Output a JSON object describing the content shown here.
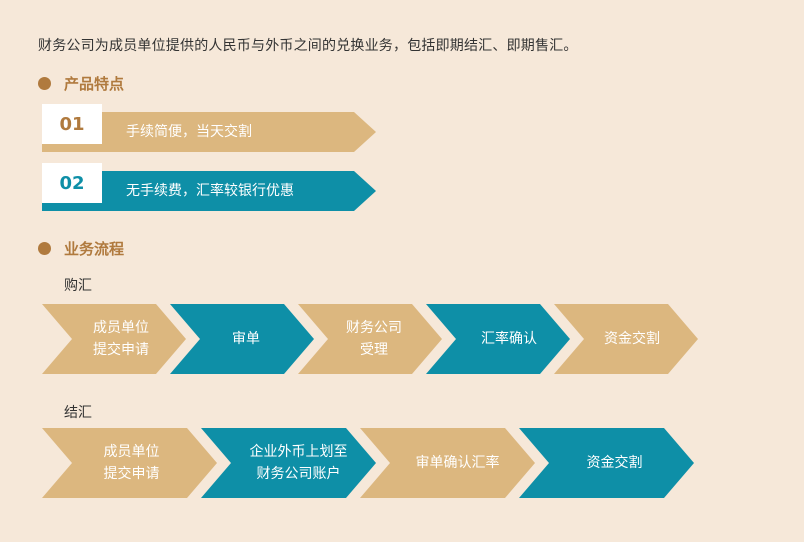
{
  "intro": "财务公司为成员单位提供的人民币与外币之间的兑换业务，包括即期结汇、即期售汇。",
  "features_title": "产品特点",
  "features": [
    {
      "num": "01",
      "text": "手续简便，当天交割"
    },
    {
      "num": "02",
      "text": "无手续费，汇率较银行优惠"
    }
  ],
  "process_title": "业务流程",
  "purchase": {
    "label": "购汇",
    "steps": [
      {
        "line1": "成员单位",
        "line2": "提交申请"
      },
      {
        "line1": "审单",
        "line2": ""
      },
      {
        "line1": "财务公司",
        "line2": "受理"
      },
      {
        "line1": "汇率确认",
        "line2": ""
      },
      {
        "line1": "资金交割",
        "line2": ""
      }
    ]
  },
  "settlement": {
    "label": "结汇",
    "steps": [
      {
        "line1": "成员单位",
        "line2": "提交申请"
      },
      {
        "line1": "企业外币上划至",
        "line2": "财务公司账户"
      },
      {
        "line1": "审单确认汇率",
        "line2": ""
      },
      {
        "line1": "资金交割",
        "line2": ""
      }
    ]
  },
  "colors": {
    "gold": "#dcb77f",
    "teal": "#0e8fa7",
    "accent": "#b07a3e",
    "background": "#f6e8d9"
  }
}
